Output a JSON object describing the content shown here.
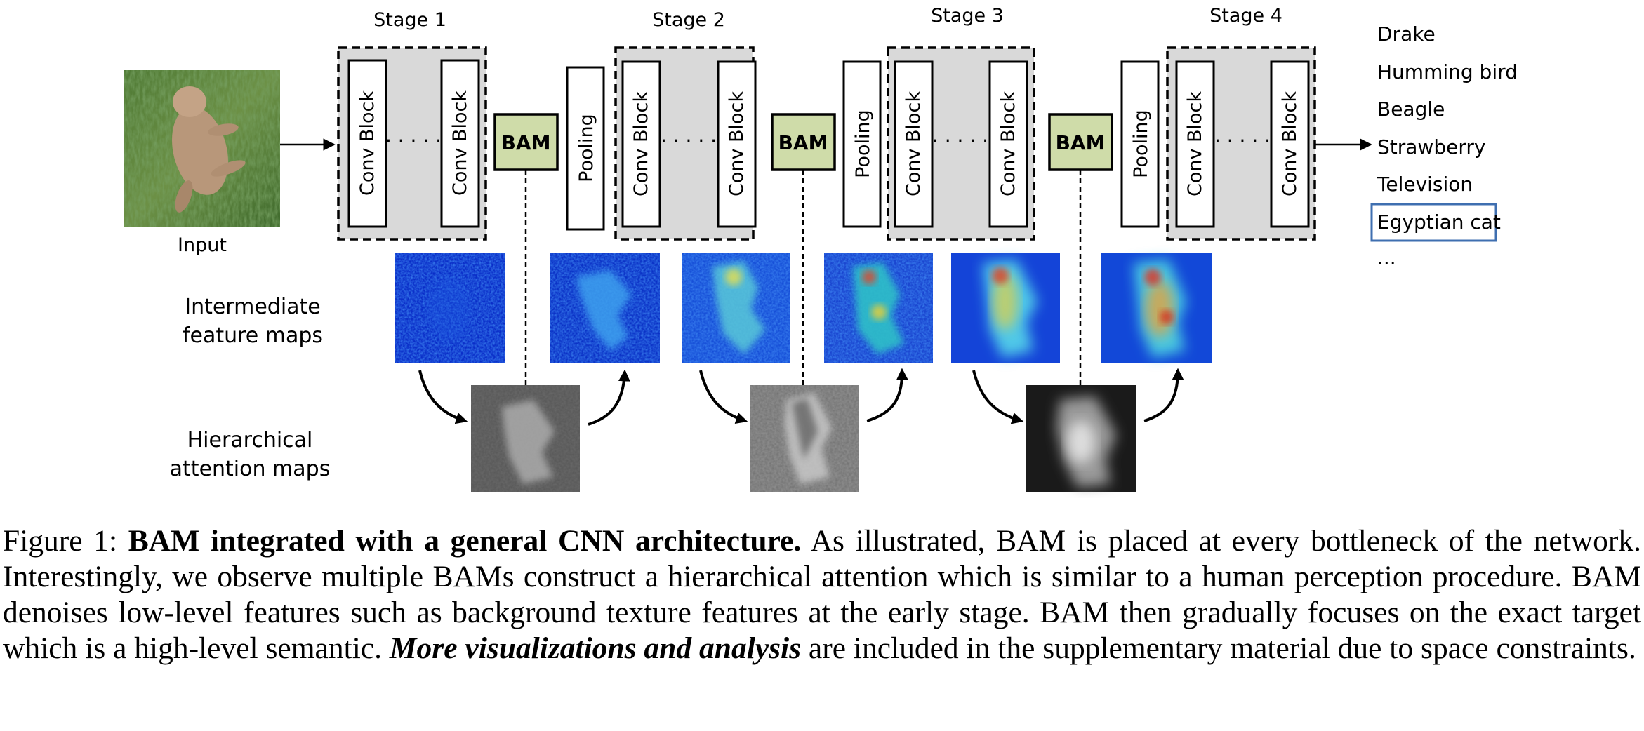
{
  "figure": {
    "stages": [
      "Stage 1",
      "Stage 2",
      "Stage 3",
      "Stage 4"
    ],
    "conv_block_label": "Conv Block",
    "ellipsis": "· · · · ·",
    "bam_label": "BAM",
    "pooling_label": "Pooling",
    "input_label": "Input",
    "outputs": [
      "Drake",
      "Humming bird",
      "Beagle",
      "Strawberry",
      "Television",
      "Egyptian cat",
      "..."
    ],
    "highlighted_output": "Egyptian cat",
    "row_labels": {
      "feature_1": "Intermediate",
      "feature_2": "feature maps",
      "attention_1": "Hierarchical",
      "attention_2": "attention maps"
    },
    "colors": {
      "bam_fill": "#cfdca9",
      "stage_fill": "#d9d9d9",
      "highlight_border": "#3f6fb0"
    }
  },
  "caption": {
    "label": "Figure 1:",
    "bold_title": "BAM integrated with a general CNN architecture.",
    "text_1": "As illustrated, BAM is placed at every bottleneck of the network. Interestingly, we observe multiple BAMs construct a hierarchical attention which is similar to a human perception procedure. BAM denoises low-level features such as background texture features at the early stage. BAM then gradually focuses on the exact target which is a high-level semantic.",
    "bold_italic": "More visualizations and analysis",
    "text_2": "are included in the supplementary material due to space constraints."
  }
}
